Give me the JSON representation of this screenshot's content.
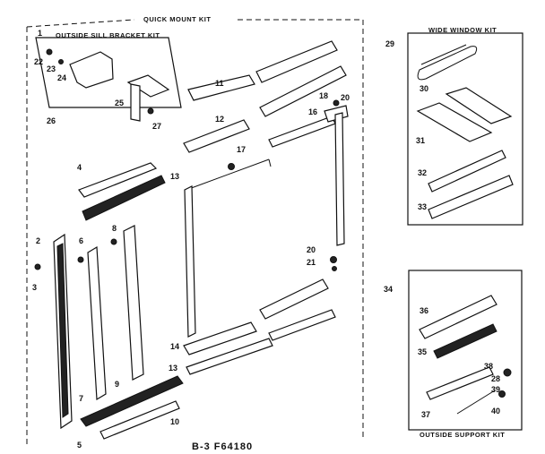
{
  "kits": {
    "quick_mount": "QUICK MOUNT KIT",
    "outside_sill": "OUTSIDE SILL BRACKET KIT",
    "wide_window": "WIDE WINDOW KIT",
    "outside_support": "OUTSIDE SUPPORT KIT"
  },
  "drawing_code": "B-3   F64180",
  "part_numbers": {
    "p1": "1",
    "p2": "2",
    "p3": "3",
    "p4": "4",
    "p5": "5",
    "p6": "6",
    "p7": "7",
    "p8": "8",
    "p9": "9",
    "p10": "10",
    "p11": "11",
    "p12": "12",
    "p13": "13",
    "p14": "14",
    "p16": "16",
    "p17": "17",
    "p18": "18",
    "p20": "20",
    "p21": "21",
    "p22": "22",
    "p23": "23",
    "p24": "24",
    "p25": "25",
    "p26": "26",
    "p27": "27",
    "p28": "28",
    "p29": "29",
    "p30": "30",
    "p31": "31",
    "p32": "32",
    "p33": "33",
    "p34": "34",
    "p35": "35",
    "p36": "36",
    "p37": "37",
    "p38": "38",
    "p39": "39",
    "p40": "40"
  }
}
